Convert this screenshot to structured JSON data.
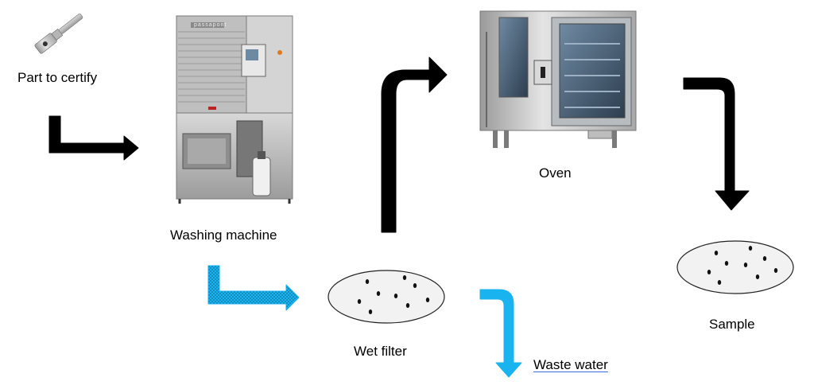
{
  "labels": {
    "part": "Part to certify",
    "washer": "Washing machine",
    "oven": "Oven",
    "wet_filter": "Wet filter",
    "sample": "Sample",
    "waste": "Waste water"
  },
  "washer_brand": "passapont",
  "icons": {
    "part": "metal-part-icon",
    "washer": "washing-machine-icon",
    "oven": "oven-icon",
    "filter": "filter-disc-icon"
  },
  "colors": {
    "flow_arrow": "#000000",
    "water_arrow": "#19b3f0",
    "water_pattern": "#1a7fb0",
    "filter_fill": "#f2f2f2",
    "particle": "#111111",
    "machine_steel": "#c8c8c8"
  }
}
